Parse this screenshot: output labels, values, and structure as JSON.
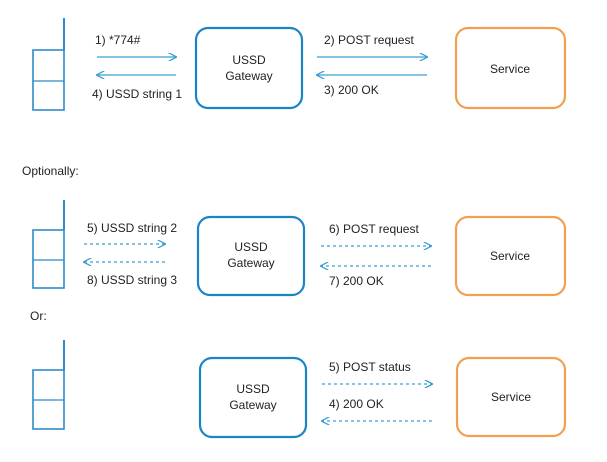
{
  "colors": {
    "arrow": "#3a9fd0",
    "gateway_border": "#1b84c5",
    "service_border": "#f0a050",
    "phone_border": "#2e8bc9",
    "text": "#222222"
  },
  "scenario1": {
    "gateway_line1": "USSD",
    "gateway_line2": "Gateway",
    "service_label": "Service",
    "msg1": "1) *774#",
    "msg2": "2) POST request",
    "msg3": "3) 200  OK",
    "msg4": "4) USSD string 1"
  },
  "optionally_label": "Optionally:",
  "scenario2": {
    "gateway_line1": "USSD",
    "gateway_line2": "Gateway",
    "service_label": "Service",
    "msg5": "5) USSD string 2",
    "msg6": "6) POST request",
    "msg7": "7) 200  OK",
    "msg8": "8) USSD string 3"
  },
  "or_label": "Or:",
  "scenario3": {
    "gateway_line1": "USSD",
    "gateway_line2": "Gateway",
    "service_label": "Service",
    "msg5": "5) POST status",
    "msg4": "4) 200  OK"
  }
}
